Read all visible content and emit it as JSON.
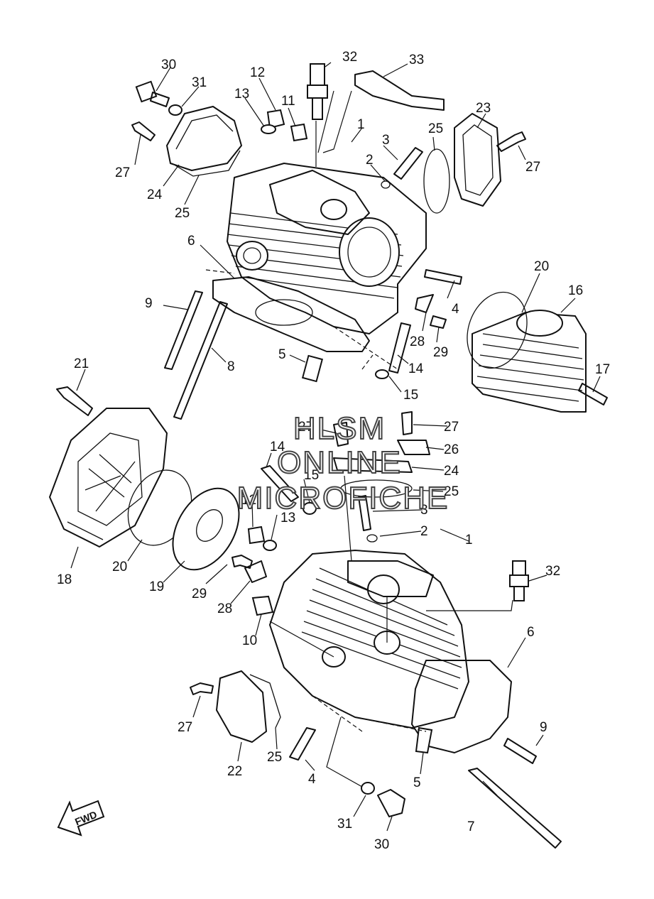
{
  "watermark": [
    "HLSM",
    "ONLINE",
    "MICROFICHE"
  ],
  "direction_label": "FWD",
  "callouts": [
    "30",
    "31",
    "27",
    "24",
    "25",
    "12",
    "13",
    "11",
    "32",
    "33",
    "1",
    "3",
    "2",
    "25",
    "23",
    "27",
    "6",
    "9",
    "8",
    "5",
    "4",
    "28",
    "29",
    "14",
    "15",
    "20",
    "16",
    "17",
    "21",
    "18",
    "20",
    "19",
    "29",
    "28",
    "10",
    "27",
    "14",
    "15",
    "12",
    "13",
    "27",
    "26",
    "24",
    "25",
    "3",
    "2",
    "1",
    "32",
    "6",
    "9",
    "22",
    "25",
    "4",
    "5",
    "7",
    "31",
    "30",
    "27"
  ]
}
